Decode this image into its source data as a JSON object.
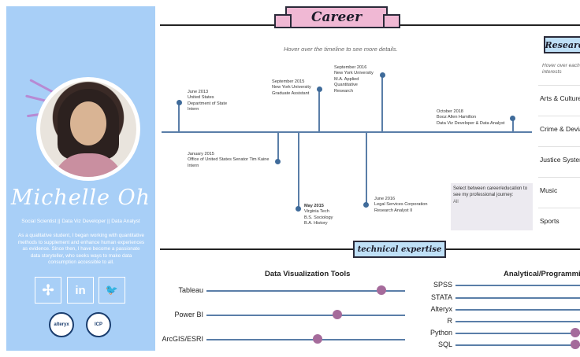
{
  "career": {
    "title": "Career",
    "hint": "Hover over the timeline to see more details.",
    "events_top": [
      {
        "date": "June 2013",
        "lines": [
          "United States",
          "Department of State",
          "Intern"
        ]
      },
      {
        "date": "September 2015",
        "lines": [
          "New York University",
          "Graduate Assistant"
        ]
      },
      {
        "date": "September 2016",
        "lines": [
          "New York University",
          "M.A. Applied",
          "Quantitative",
          "Research"
        ]
      },
      {
        "date": "October 2018",
        "lines": [
          "Booz Allen Hamilton",
          "Data Viz Developer & Data Analyst"
        ]
      }
    ],
    "events_bottom": [
      {
        "date": "January 2015",
        "lines": [
          "Office of United States Senator Tim Kaine",
          "Intern"
        ]
      },
      {
        "date": "May 2015",
        "lines": [
          "Virginia Tech",
          "B.S. Sociology",
          "B.A. History"
        ]
      },
      {
        "date": "June 2016",
        "lines": [
          "Legal Services Corporation",
          "Research Analyst II"
        ]
      }
    ],
    "selector": {
      "prompt": "Select between career/education to see my professional journey:",
      "value": "All"
    }
  },
  "profile": {
    "name": "Michelle Oh",
    "roles": "Social Scientist || Data Viz Developer || Data Analyst",
    "bio": "As a qualitative student, I began working with quantitative methods to supplement and enhance human experiences as evidence. Since then, I have become a passionate data storyteller, who seeks ways to make data consumption accessible to all.",
    "social": [
      {
        "icon": "tableau-icon",
        "glyph": "✢"
      },
      {
        "icon": "linkedin-icon",
        "glyph": "in"
      },
      {
        "icon": "twitter-icon",
        "glyph": "🐦"
      }
    ],
    "badges": [
      {
        "icon": "alteryx-badge-icon",
        "text": "alteryx"
      },
      {
        "icon": "icp-badge-icon",
        "text": "ICP"
      }
    ]
  },
  "research": {
    "title": "Research",
    "hint": "Hover over each interests",
    "items": [
      "Arts & Culture",
      "Crime & Deviance",
      "Justice System",
      "Music",
      "Sports"
    ]
  },
  "technical": {
    "title": "technical expertise",
    "viz_title": "Data Visualization Tools",
    "viz_tools": [
      {
        "name": "Tableau",
        "level": 0.88
      },
      {
        "name": "Power BI",
        "level": 0.66
      },
      {
        "name": "ArcGIS/ESRI",
        "level": 0.56
      }
    ],
    "prog_title": "Analytical/Programming",
    "prog_tools": [
      {
        "name": "SPSS"
      },
      {
        "name": "STATA"
      },
      {
        "name": "Alteryx"
      },
      {
        "name": "R"
      },
      {
        "name": "Python"
      },
      {
        "name": "SQL"
      }
    ]
  },
  "colors": {
    "sidebar": "#a8cff7",
    "career_ribbon": "#f0b8d4",
    "tech_ribbon": "#bfe0f7",
    "timeline": "#5a7ea8",
    "knob": "#a56b9b"
  }
}
